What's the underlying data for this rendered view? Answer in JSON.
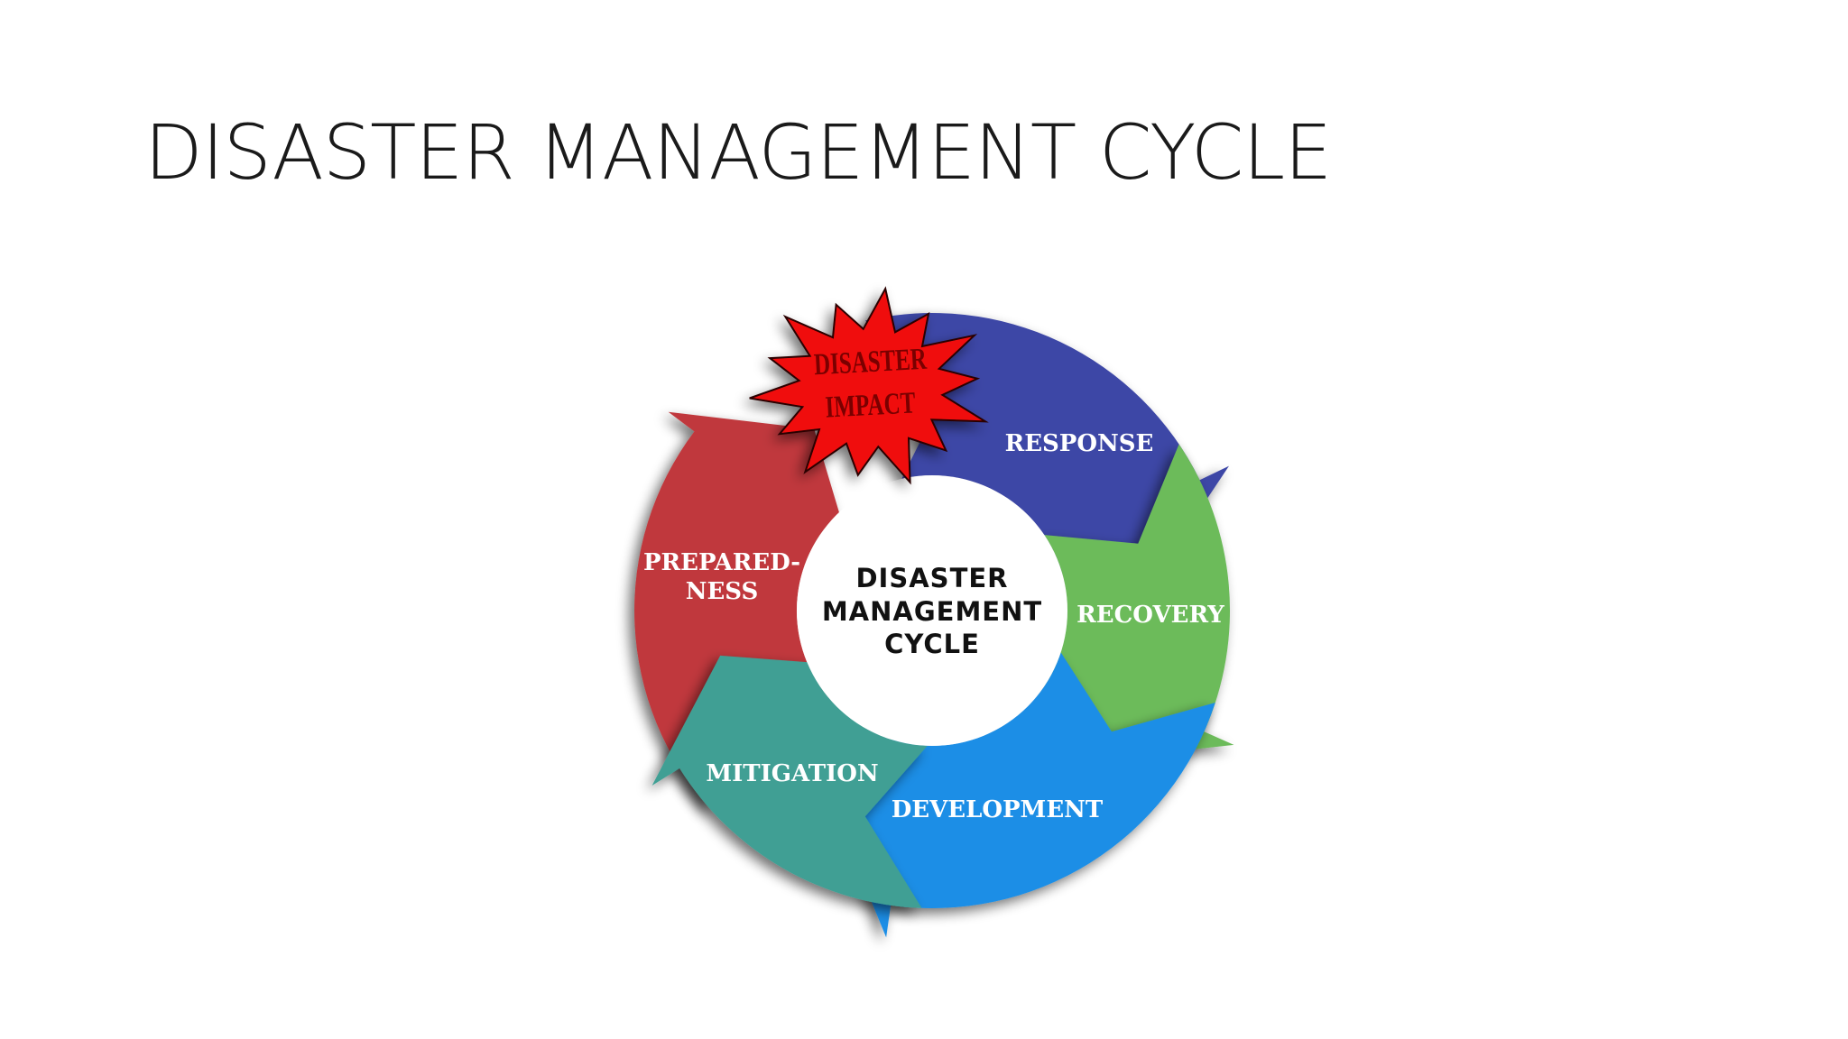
{
  "slide": {
    "title": "DISASTER MANAGEMENT CYCLE"
  },
  "diagram": {
    "center": {
      "line1": "DISASTER",
      "line2": "MANAGEMENT",
      "line3": "CYCLE"
    },
    "burst": {
      "line1": "DISASTER",
      "line2": "IMPACT",
      "color": "#f01010"
    },
    "segments": {
      "response": {
        "label": "RESPONSE",
        "color": "#3e46a6"
      },
      "recovery": {
        "label": "RECOVERY",
        "color": "#6cbb5a"
      },
      "development": {
        "label": "DEVELOPMENT",
        "color": "#1b8ee6"
      },
      "mitigation": {
        "label": "MITIGATION",
        "color": "#3f9f94"
      },
      "preparedness": {
        "line1": "PREPARED-",
        "line2": "NESS",
        "color": "#c0393c"
      }
    }
  }
}
